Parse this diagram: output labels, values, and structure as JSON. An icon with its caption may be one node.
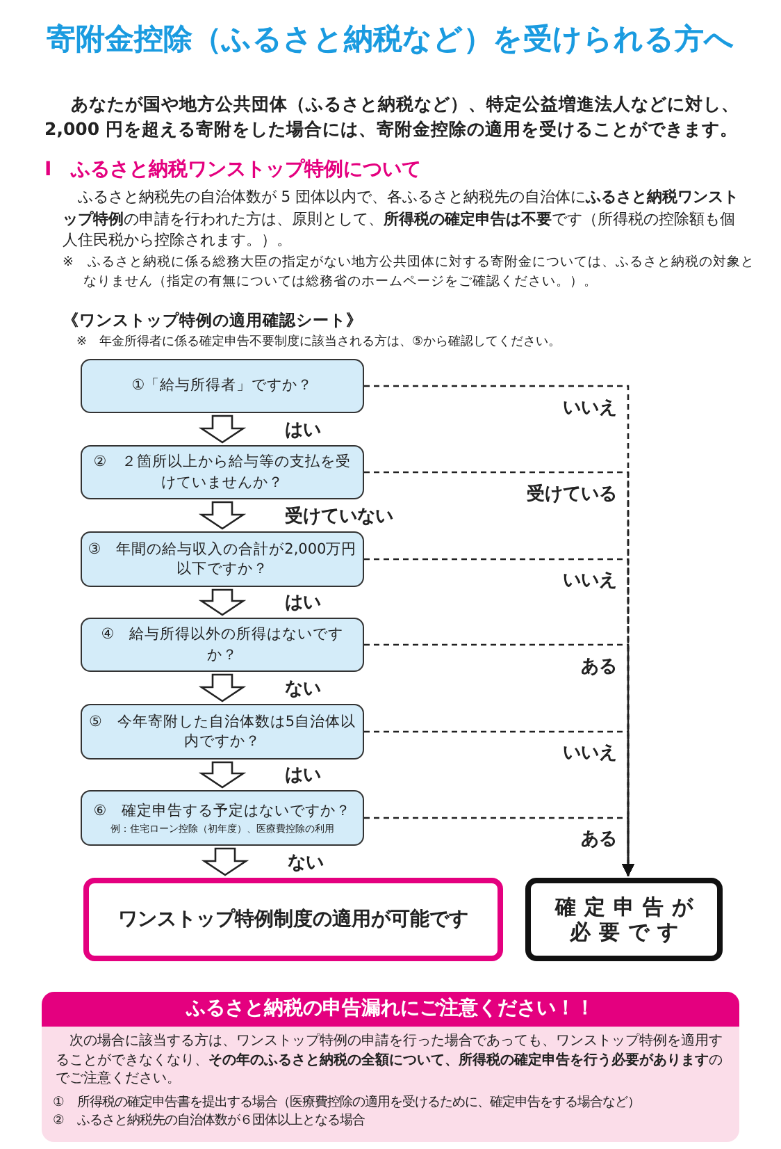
{
  "diagram": {
    "title": "寄附金控除（ふるさと納税など）を受けられる方へ",
    "nodes": [
      {
        "text": [
          "①「給与所得者」ですか？"
        ]
      },
      {
        "text": [
          "②　２箇所以上から給与等の支払を受けていませんか？"
        ]
      },
      {
        "text": [
          "③　年間の給与収入の合計が2,000万円以下ですか？"
        ]
      },
      {
        "text": [
          "④　給与所得以外の所得はないですか？"
        ]
      },
      {
        "text": [
          "⑤　今年寄附した自治体数は5自治体以内ですか？"
        ]
      },
      {
        "text": [
          "⑥　確定申告する予定はないですか？",
          "例：住宅ローン控除（初年度）、医療費控除の利用"
        ]
      },
      {
        "text": [
          "ワンストップ特例制度の適用が可能です"
        ]
      },
      {
        "text": [
          "確定申告が必要です"
        ]
      },
      {
        "text": [
          "ふるさと納税の申告漏れにご注意ください！！",
          "次の場合に該当する方は、ワンストップ特例の申請を行った場合であっても、ワンストップ特例を適用することができなくなり、**その年のふるさと納税の全額について、所得税の確定申告を行う必要があります**のでご注意ください。",
          "①　所得税の確定申告書を提出する場合（医療費控除の適用を受けるために、確定申告をする場合など）",
          "②　ふるさと納税先の自治体数が６団体以上となる場合"
        ]
      }
    ],
    "edges": [
      {
        "from": 0,
        "to": 1,
        "arrow": "to",
        "label": "はい"
      },
      {
        "from": 1,
        "to": 2,
        "arrow": "to",
        "label": "受けていない"
      },
      {
        "from": 2,
        "to": 3,
        "arrow": "to",
        "label": "はい"
      },
      {
        "from": 3,
        "to": 4,
        "arrow": "to",
        "label": "ない"
      },
      {
        "from": 4,
        "to": 5,
        "arrow": "to",
        "label": "はい"
      },
      {
        "from": 5,
        "to": 6,
        "arrow": "to",
        "label": "ない"
      },
      {
        "from": 0,
        "to": 7,
        "arrow": "to",
        "label": "いいえ",
        "style": "dashed"
      },
      {
        "from": 1,
        "to": 7,
        "arrow": "to",
        "label": "受けている",
        "style": "dashed"
      },
      {
        "from": 2,
        "to": 7,
        "arrow": "to",
        "label": "いいえ",
        "style": "dashed"
      },
      {
        "from": 3,
        "to": 7,
        "arrow": "to",
        "label": "ある",
        "style": "dashed"
      },
      {
        "from": 4,
        "to": 7,
        "arrow": "to",
        "label": "いいえ",
        "style": "dashed"
      },
      {
        "from": 5,
        "to": 7,
        "arrow": "to",
        "label": "ある",
        "style": "dashed"
      }
    ],
    "labels": [
      "あなたが国や地方公共団体（ふるさと納税など）、特定公益増進法人などに対し、2,000 円を超える寄附をした場合には、寄附金控除の適用を受けることができます。",
      "Ⅰ　ふるさと納税ワンストップ特例について",
      "ふるさと納税先の自治体数が 5 団体以内で、各ふるさと納税先の自治体に**ふるさと納税ワンストップ特例**の申請を行われた方は、原則として、**所得税の確定申告は不要**です（所得税の控除額も個人住民税から控除されます。）。",
      "※　ふるさと納税に係る総務大臣の指定がない地方公共団体に対する寄附金については、ふるさと納税の対象となりません（指定の有無については総務省のホームページをご確認ください。）。",
      "《ワンストップ特例の適用確認シート》",
      "※　年金所得者に係る確定申告不要制度に該当される方は、⑤から確認してください。"
    ]
  }
}
